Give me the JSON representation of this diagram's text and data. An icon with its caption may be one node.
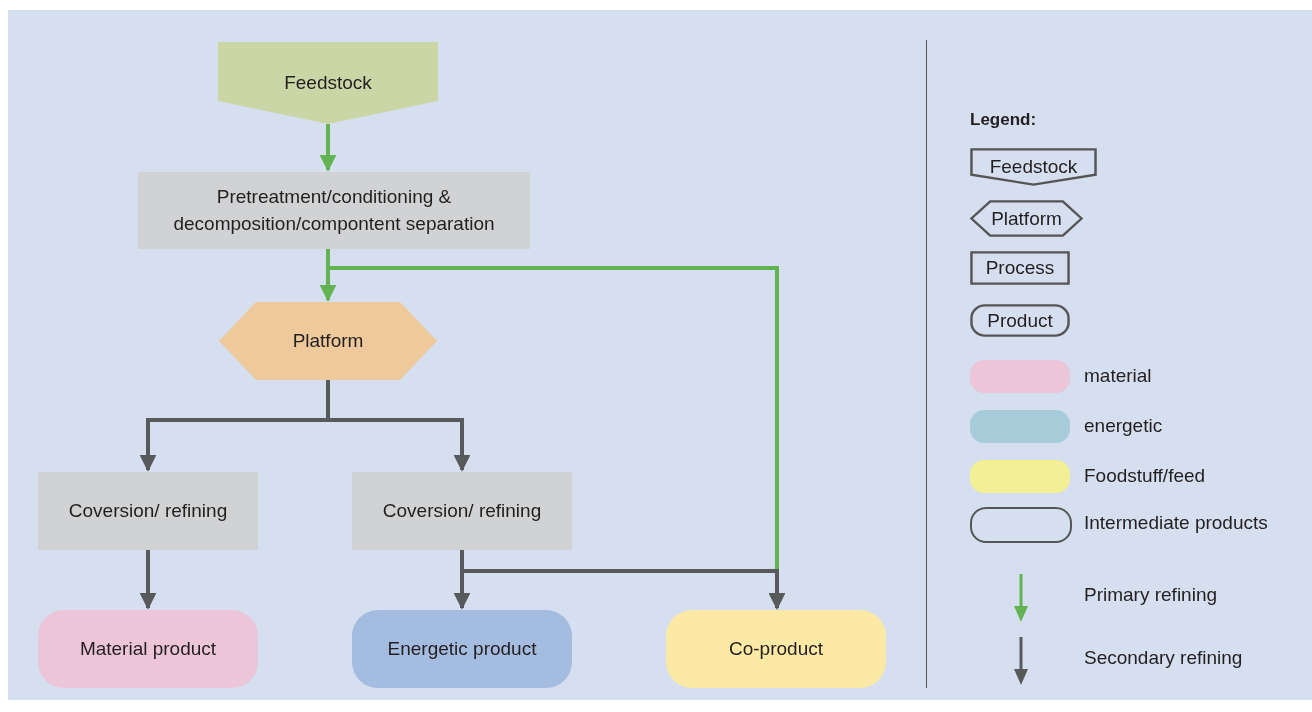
{
  "diagram": {
    "nodes": [
      {
        "text": [
          "Feedstock"
        ]
      },
      {
        "text": [
          "Pretreatment/conditioning & decomposition/compontent separation"
        ]
      },
      {
        "text": [
          "Platform"
        ]
      },
      {
        "text": [
          "Coversion/ refining"
        ]
      },
      {
        "text": [
          "Coversion/ refining"
        ]
      },
      {
        "text": [
          "Material product"
        ]
      },
      {
        "text": [
          "Energetic product"
        ]
      },
      {
        "text": [
          "Co-product"
        ]
      }
    ],
    "edges": [
      {
        "from": 0,
        "to": 1,
        "arrow": "to",
        "color": "#62b453"
      },
      {
        "from": 1,
        "to": 2,
        "arrow": "to",
        "color": "#62b453"
      },
      {
        "from": 1,
        "to": 7,
        "arrow": "to",
        "color": "#62b453"
      },
      {
        "from": 2,
        "to": 3,
        "arrow": "to"
      },
      {
        "from": 2,
        "to": 4,
        "arrow": "to"
      },
      {
        "from": 3,
        "to": 5,
        "arrow": "to"
      },
      {
        "from": 4,
        "to": 6,
        "arrow": "to"
      },
      {
        "from": 4,
        "to": 7,
        "arrow": "to"
      }
    ],
    "labels": [
      "Legend:"
    ],
    "legend": [
      {
        "text": "Feedstock"
      },
      {
        "text": "Platform"
      },
      {
        "text": "Process"
      },
      {
        "text": "Product"
      },
      {
        "text": "material",
        "color": "#ecc6d8"
      },
      {
        "text": "energetic",
        "color": "#a6cbd9"
      },
      {
        "text": "Foodstuff/feed",
        "color": "#f3ef95"
      },
      {
        "text": "Intermediate products"
      },
      {
        "text": "Primary refining"
      },
      {
        "text": "Secondary refining"
      }
    ]
  }
}
